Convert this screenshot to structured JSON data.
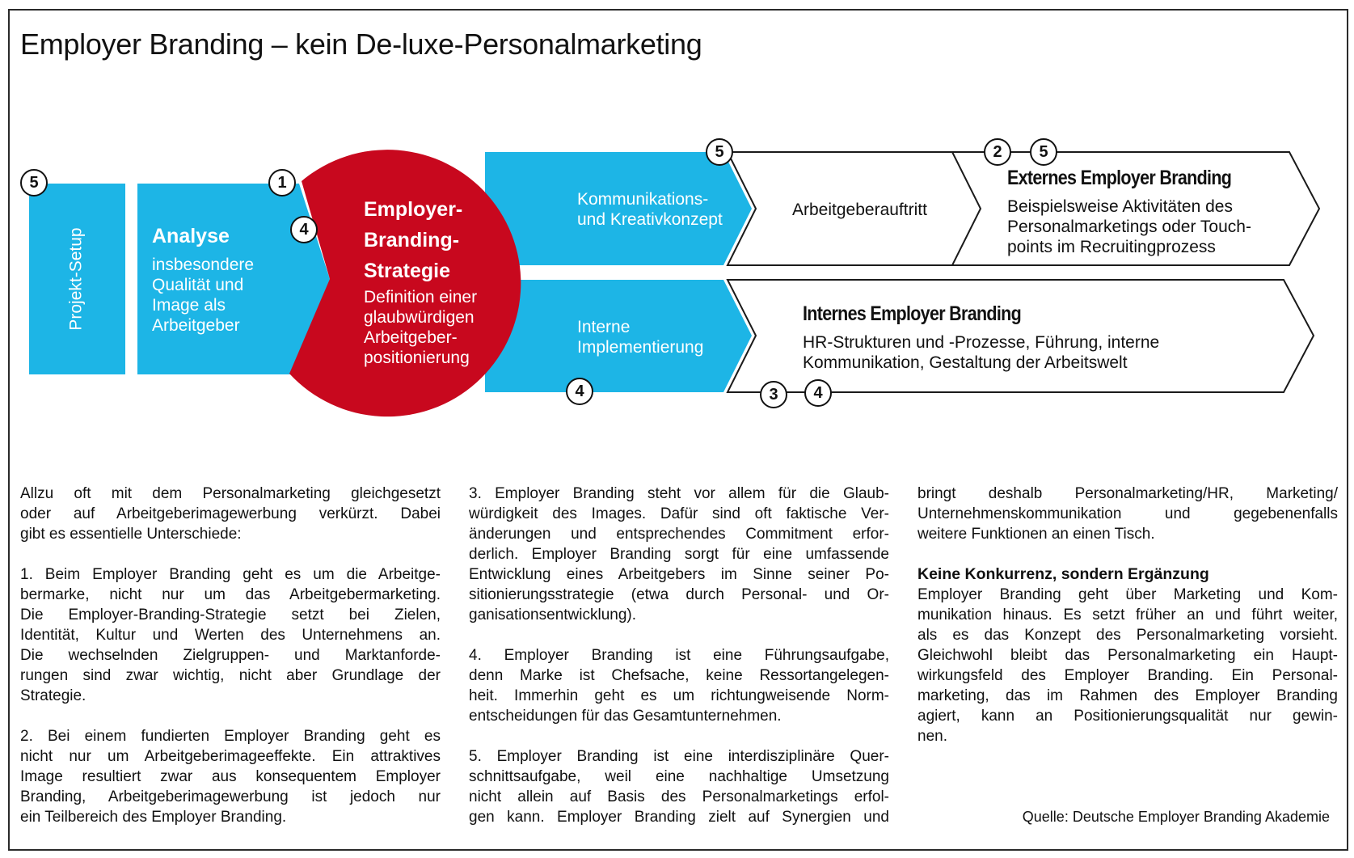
{
  "title": "Employer Branding – kein De-luxe-Personalmarketing",
  "colors": {
    "blue": "#1db5e6",
    "red": "#c8081e",
    "outline": "#1a1a1a",
    "text": "#111111"
  },
  "diagram": {
    "project_setup": {
      "label": "Projekt-Setup",
      "badge": "5"
    },
    "analyse": {
      "heading": "Analyse",
      "lines": [
        "insbesondere",
        "Qualität und",
        "Image als",
        "Arbeitgeber"
      ],
      "badges": [
        "1",
        "4"
      ]
    },
    "strategy": {
      "heading_lines": [
        "Employer-",
        "Branding-",
        "Strategie"
      ],
      "lines": [
        "Definition einer",
        "glaubwürdigen",
        "Arbeitgeber-",
        "positionierung"
      ]
    },
    "communication": {
      "lines": [
        "Kommunikations-",
        "und Kreativkonzept"
      ],
      "badge": "5"
    },
    "internal_impl": {
      "lines": [
        "Interne",
        "Implementierung"
      ],
      "badge": "4"
    },
    "employer_appearance": {
      "label": "Arbeitgeberauftritt"
    },
    "external": {
      "heading": "Externes Employer Branding",
      "lines": [
        "Beispielsweise Aktivitäten des",
        "Personalmarketings oder Touch-",
        "points im Recruitingprozess"
      ],
      "badges": [
        "2",
        "5"
      ]
    },
    "internal": {
      "heading": "Internes Employer Branding",
      "lines": [
        "HR-Strukturen und -Prozesse, Führung, interne",
        "Kommunikation, Gestaltung der Arbeitswelt"
      ],
      "badges": [
        "3",
        "4"
      ]
    }
  },
  "columns": [
    {
      "paragraphs": [
        [
          "Allzu oft mit dem Personalmarketing gleichgesetzt",
          "oder auf Arbeitgeberimagewerbung verkürzt. Dabei",
          "gibt es essentielle Unterschiede:"
        ],
        [
          "1. Beim Employer Branding geht es um die Arbeitge-",
          "bermarke, nicht nur um das Arbeitgebermarketing.",
          "Die Employer-Branding-Strategie setzt bei Zielen,",
          "Identität, Kultur und Werten des Unternehmens an.",
          "Die wechselnden Zielgruppen- und Marktanforde-",
          "rungen sind zwar wichtig, nicht aber Grundlage der",
          "Strategie."
        ],
        [
          "2. Bei einem fundierten Employer Branding geht es",
          "nicht nur um Arbeitgeberimageeffekte. Ein attraktives",
          "Image resultiert zwar aus konsequentem Employer",
          "Branding, Arbeitgeberimagewerbung ist jedoch nur",
          "ein Teilbereich des Employer Branding."
        ]
      ]
    },
    {
      "paragraphs": [
        [
          "3. Employer Branding steht vor allem für die Glaub-",
          "würdigkeit des Images. Dafür sind oft faktische Ver-",
          "änderungen und entsprechendes Commitment erfor-",
          "derlich. Employer Branding sorgt für eine umfassende",
          "Entwicklung eines Arbeitgebers im Sinne seiner Po-",
          "sitionierungsstrategie (etwa durch Personal- und Or-",
          "ganisationsentwicklung)."
        ],
        [
          "4. Employer Branding ist eine Führungsaufgabe,",
          "denn Marke ist Chefsache, keine Ressortangelegen-",
          "heit. Immerhin geht es um richtungweisende Norm-",
          "entscheidungen für das Gesamtunternehmen."
        ],
        [
          "5. Employer Branding ist eine interdisziplinäre Quer-",
          "schnittsaufgabe, weil eine nachhaltige Umsetzung",
          "nicht allein auf Basis des Personalmarketings erfol-",
          "gen kann. Employer Branding zielt auf Synergien und"
        ]
      ]
    },
    {
      "intro": [
        "bringt deshalb Personalmarketing/HR, Marketing/",
        "Unternehmenskommunikation und gegebenenfalls",
        "weitere Funktionen an einen Tisch."
      ],
      "heading": "Keine Konkurrenz, sondern Ergänzung",
      "body": [
        "Employer Branding geht über Marketing und Kom-",
        "munikation hinaus. Es setzt früher an und führt weiter,",
        "als es das Konzept des Personalmarketing vorsieht.",
        "Gleichwohl bleibt das Personalmarketing ein Haupt-",
        "wirkungsfeld des Employer Branding. Ein Personal-",
        "marketing, das im Rahmen des Employer Branding",
        "agiert, kann an Positionierungsqualität nur gewin-",
        "nen."
      ]
    }
  ],
  "source": "Quelle: Deutsche Employer Branding Akademie"
}
